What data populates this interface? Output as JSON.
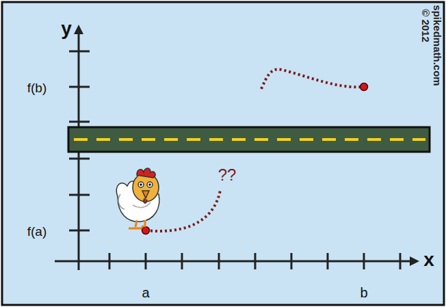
{
  "diagram": {
    "labels": [
      "y",
      "f(b)",
      "f(a)",
      "a",
      "b",
      "x",
      "??",
      "spikedmath.com",
      "© 2012"
    ]
  }
}
